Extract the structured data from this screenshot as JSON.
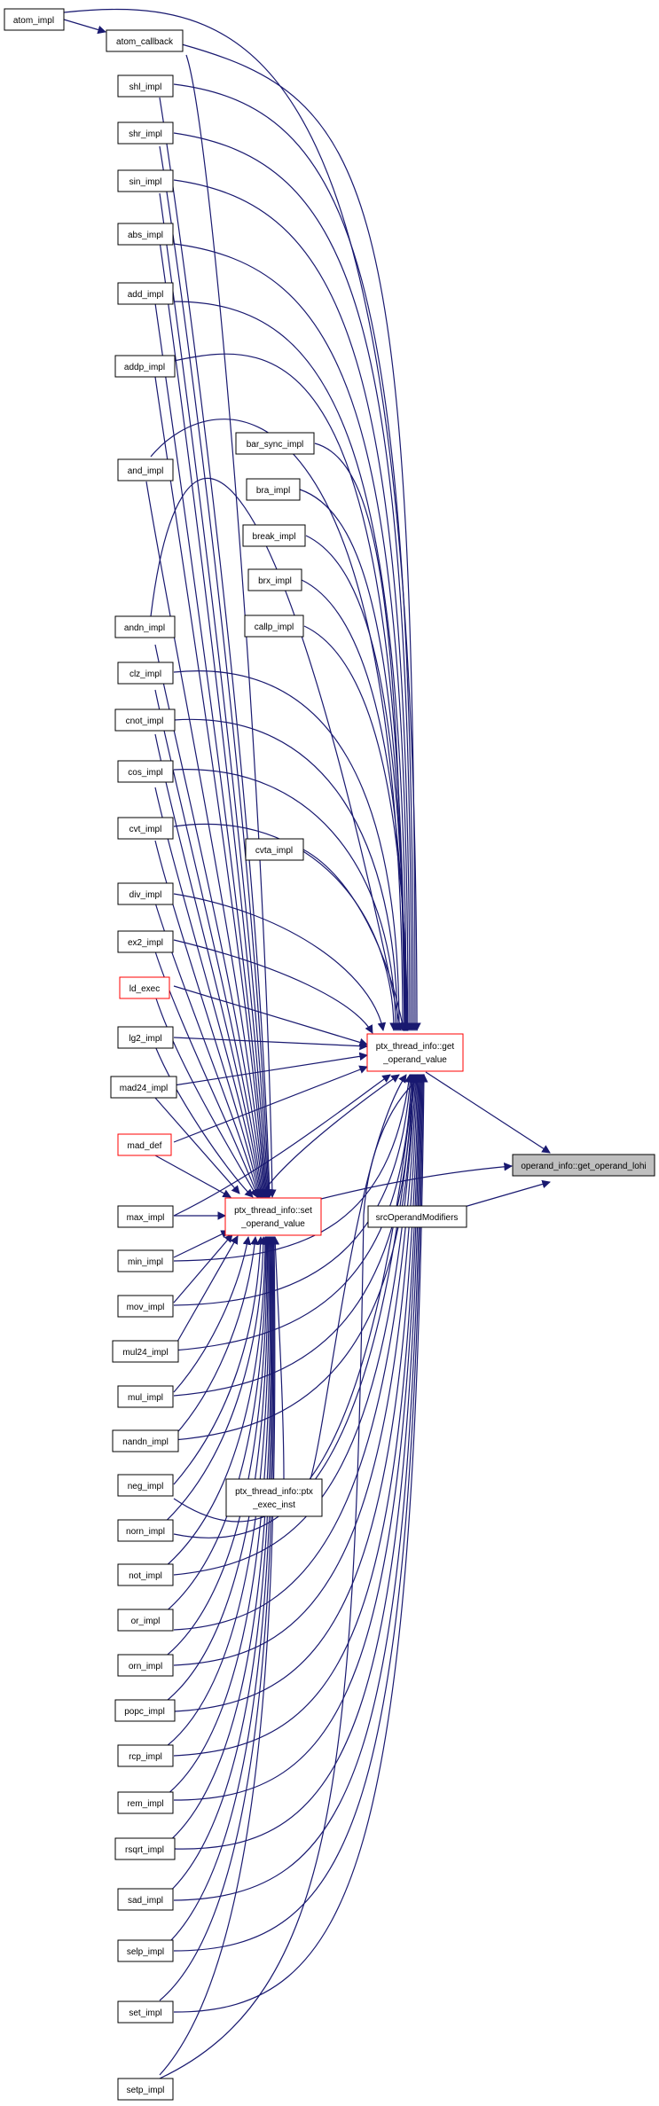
{
  "colors": {
    "edge": "#191970",
    "border": "#000000",
    "highlight_border": "#ff0000",
    "selected_fill": "#bfbfbf"
  },
  "nodes": {
    "atom_impl": "atom_impl",
    "atom_callback": "atom_callback",
    "shl_impl": "shl_impl",
    "shr_impl": "shr_impl",
    "sin_impl": "sin_impl",
    "abs_impl": "abs_impl",
    "add_impl": "add_impl",
    "addp_impl": "addp_impl",
    "and_impl": "and_impl",
    "andn_impl": "andn_impl",
    "clz_impl": "clz_impl",
    "cnot_impl": "cnot_impl",
    "cos_impl": "cos_impl",
    "cvt_impl": "cvt_impl",
    "div_impl": "div_impl",
    "ex2_impl": "ex2_impl",
    "ld_exec": "ld_exec",
    "lg2_impl": "lg2_impl",
    "mad24_impl": "mad24_impl",
    "mad_def": "mad_def",
    "max_impl": "max_impl",
    "min_impl": "min_impl",
    "mov_impl": "mov_impl",
    "mul24_impl": "mul24_impl",
    "mul_impl": "mul_impl",
    "nandn_impl": "nandn_impl",
    "neg_impl": "neg_impl",
    "norn_impl": "norn_impl",
    "not_impl": "not_impl",
    "or_impl": "or_impl",
    "orn_impl": "orn_impl",
    "popc_impl": "popc_impl",
    "rcp_impl": "rcp_impl",
    "rem_impl": "rem_impl",
    "rsqrt_impl": "rsqrt_impl",
    "sad_impl": "sad_impl",
    "selp_impl": "selp_impl",
    "set_impl": "set_impl",
    "setp_impl": "setp_impl",
    "bar_sync_impl": "bar_sync_impl",
    "bra_impl": "bra_impl",
    "break_impl": "break_impl",
    "brx_impl": "brx_impl",
    "callp_impl": "callp_impl",
    "cvta_impl": "cvta_impl",
    "ptx_exec_inst_1": "ptx_thread_info::ptx",
    "ptx_exec_inst_2": "_exec_inst",
    "get_operand_value_1": "ptx_thread_info::get",
    "get_operand_value_2": "_operand_value",
    "set_operand_value_1": "ptx_thread_info::set",
    "set_operand_value_2": "_operand_value",
    "srcOperandModifiers": "srcOperandModifiers",
    "get_operand_lohi": "operand_info::get_operand_lohi"
  }
}
